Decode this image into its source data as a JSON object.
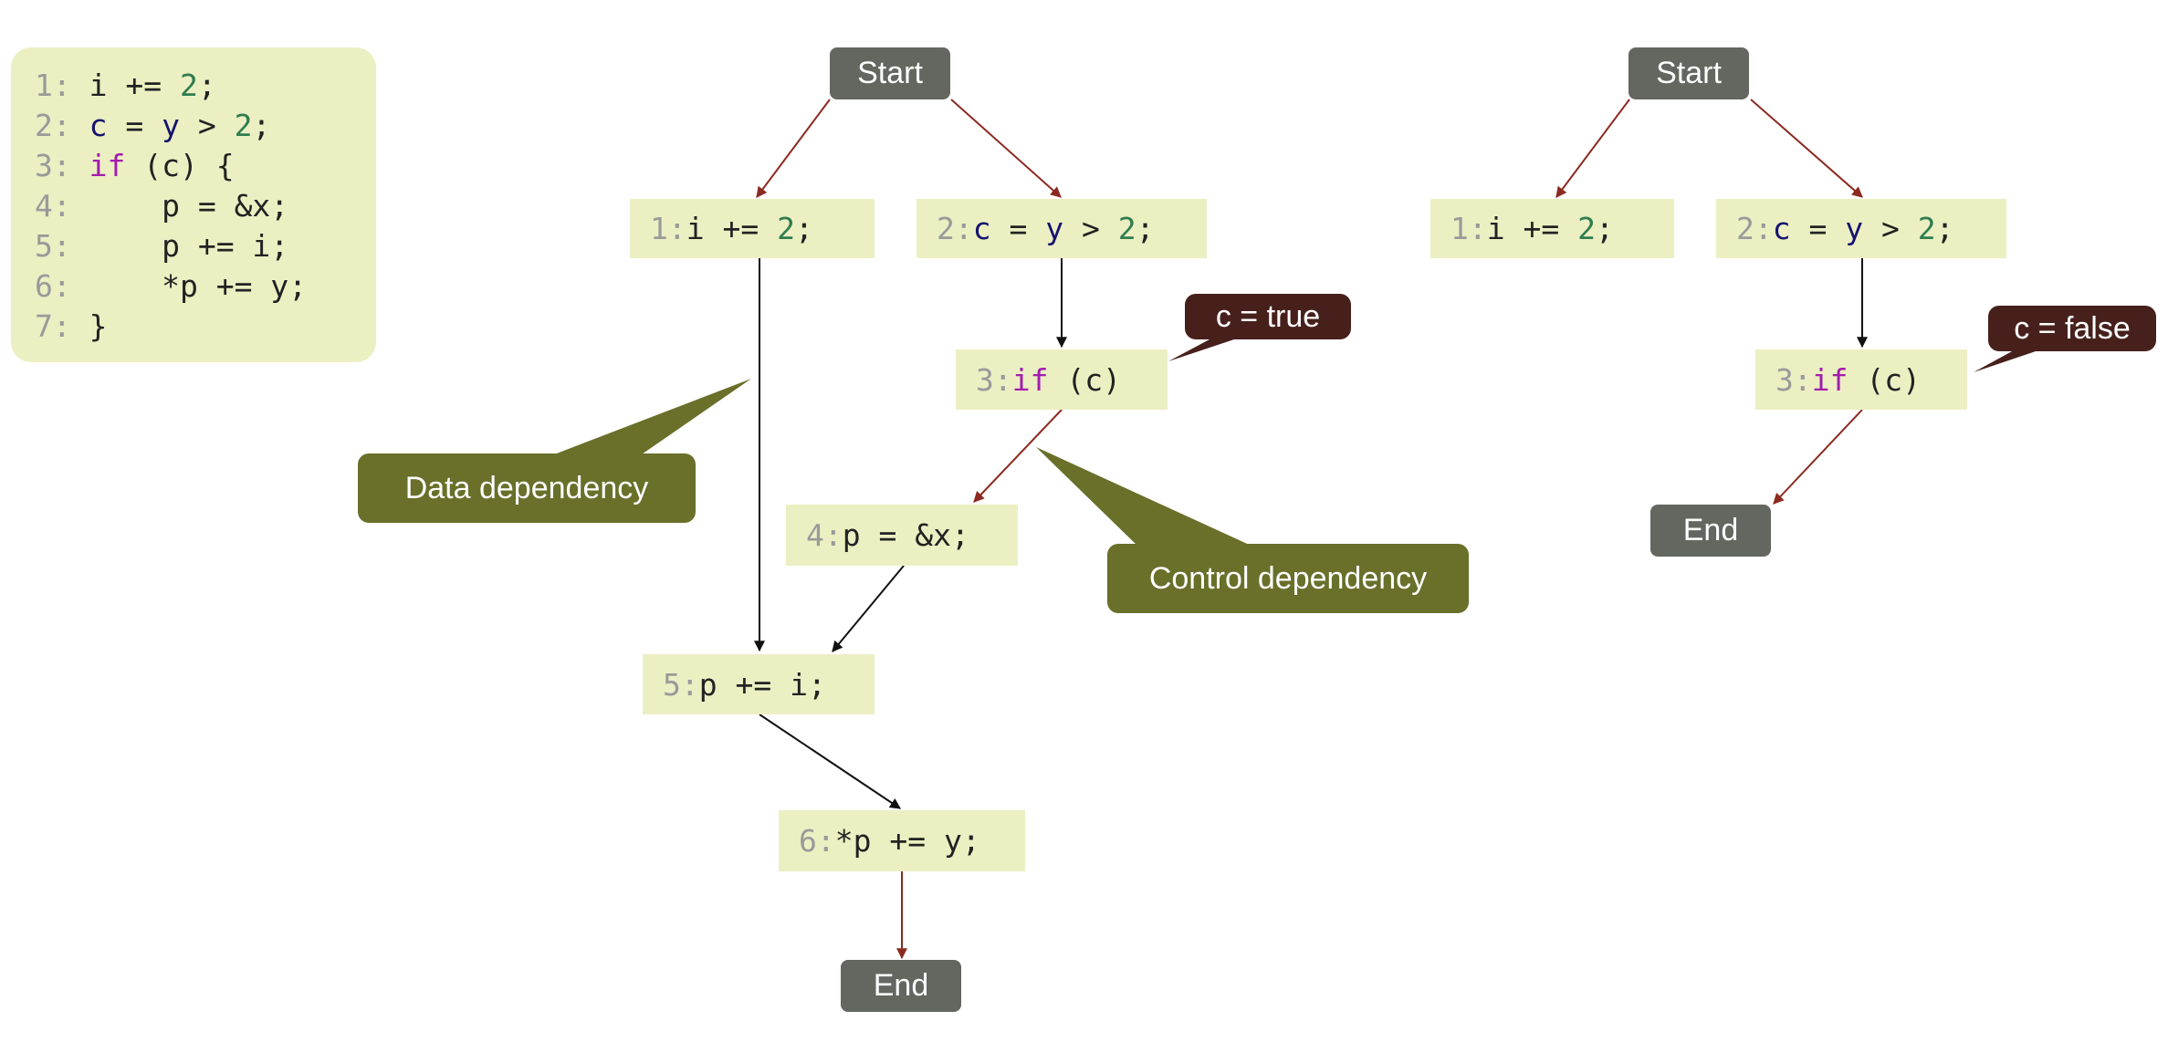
{
  "code": {
    "lines": [
      {
        "no": "1:",
        "text": "i += 2;"
      },
      {
        "no": "2:",
        "text": "c = y > 2;"
      },
      {
        "no": "3:",
        "text": "if (c) {"
      },
      {
        "no": "4:",
        "text": "    p = &x;"
      },
      {
        "no": "5:",
        "text": "    p += i;"
      },
      {
        "no": "6:",
        "text": "    *p += y;"
      },
      {
        "no": "7:",
        "text": "}"
      }
    ]
  },
  "graph_left": {
    "start": "Start",
    "end": "End",
    "s1": {
      "no": "1:",
      "text": "i += 2;"
    },
    "s2": {
      "no": "2:",
      "text": "c = y > 2;"
    },
    "s3": {
      "no": "3:",
      "text": "if (c)"
    },
    "s4": {
      "no": "4:",
      "text": "p = &x;"
    },
    "s5": {
      "no": "5:",
      "text": "p += i;"
    },
    "s6": {
      "no": "6:",
      "text": "*p += y;"
    },
    "condition": "c = true"
  },
  "graph_right": {
    "start": "Start",
    "end": "End",
    "s1": {
      "no": "1:",
      "text": "i += 2;"
    },
    "s2": {
      "no": "2:",
      "text": "c = y > 2;"
    },
    "s3": {
      "no": "3:",
      "text": "if (c)"
    },
    "condition": "c = false"
  },
  "callouts": {
    "data": "Data dependency",
    "control": "Control dependency"
  },
  "colors": {
    "code_bg": "#ecefc2",
    "terminal": "#646660",
    "callout_green": "#6a6f2a",
    "callout_maroon": "#47201c",
    "control_edge": "#8b2a20",
    "data_edge": "#111111"
  }
}
